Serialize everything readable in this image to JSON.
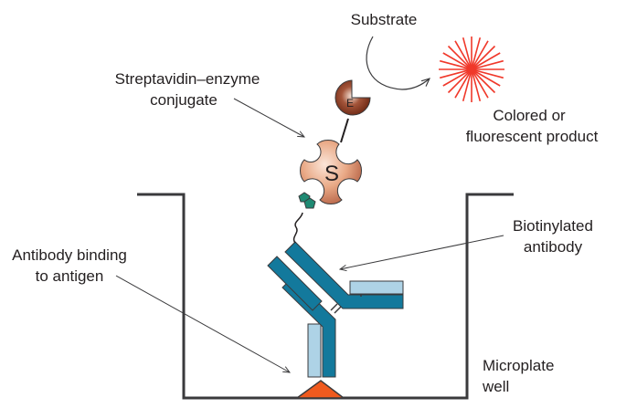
{
  "labels": {
    "substrate": "Substrate",
    "conjugate_line1": "Streptavidin–enzyme",
    "conjugate_line2": "conjugate",
    "product_line1": "Colored or",
    "product_line2": "fluorescent product",
    "biotinylated_line1": "Biotinylated",
    "biotinylated_line2": "antibody",
    "binding_line1": "Antibody binding",
    "binding_line2": "to antigen",
    "well_line1": "Microplate",
    "well_line2": "well"
  },
  "glyphs": {
    "enzyme": "E",
    "streptavidin": "S"
  },
  "colors": {
    "antibody_heavy": "#13799c",
    "antibody_light": "#aed3e6",
    "streptavidin": "#e5a07f",
    "enzyme": "#8c3a22",
    "biotin": "#1f8a73",
    "antigen": "#f05a1e",
    "product": "#f0382a",
    "outline": "#3a3a3c"
  }
}
